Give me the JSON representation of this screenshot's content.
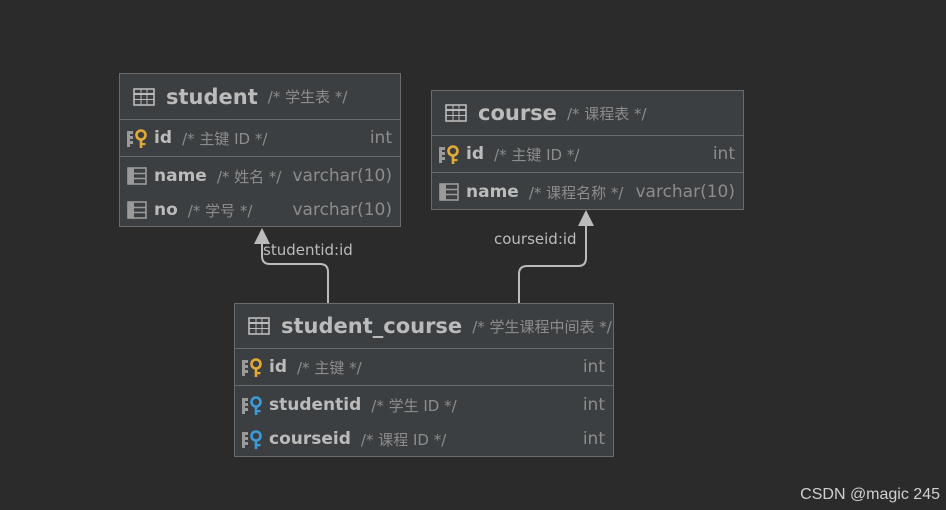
{
  "tables": {
    "student": {
      "name": "student",
      "comment": "/* 学生表 */",
      "columns": [
        {
          "name": "id",
          "comment": "/* 主键 ID */",
          "type": "int",
          "icon": "primary-key-icon"
        },
        {
          "name": "name",
          "comment": "/* 姓名 */",
          "type": "varchar(10)",
          "icon": "column-icon"
        },
        {
          "name": "no",
          "comment": "/* 学号 */",
          "type": "varchar(10)",
          "icon": "column-icon"
        }
      ]
    },
    "course": {
      "name": "course",
      "comment": "/* 课程表 */",
      "columns": [
        {
          "name": "id",
          "comment": "/* 主键 ID */",
          "type": "int",
          "icon": "primary-key-icon"
        },
        {
          "name": "name",
          "comment": "/* 课程名称 */",
          "type": "varchar(10)",
          "icon": "column-icon"
        }
      ]
    },
    "student_course": {
      "name": "student_course",
      "comment": "/* 学生课程中间表 */",
      "columns": [
        {
          "name": "id",
          "comment": "/* 主键 */",
          "type": "int",
          "icon": "primary-key-icon"
        },
        {
          "name": "studentid",
          "comment": "/* 学生 ID */",
          "type": "int",
          "icon": "foreign-key-icon"
        },
        {
          "name": "courseid",
          "comment": "/* 课程 ID */",
          "type": "int",
          "icon": "foreign-key-icon"
        }
      ]
    }
  },
  "relations": [
    {
      "label": "studentid:id",
      "from": "student_course",
      "to": "student"
    },
    {
      "label": "courseid:id",
      "from": "student_course",
      "to": "course"
    }
  ],
  "colors": {
    "background": "#2b2b2b",
    "table_bg": "#3c3f41",
    "border": "#6b6b6b",
    "primary_key": "#e2a93b",
    "foreign_key": "#3d9ad6"
  },
  "watermark": "CSDN @magic 245"
}
